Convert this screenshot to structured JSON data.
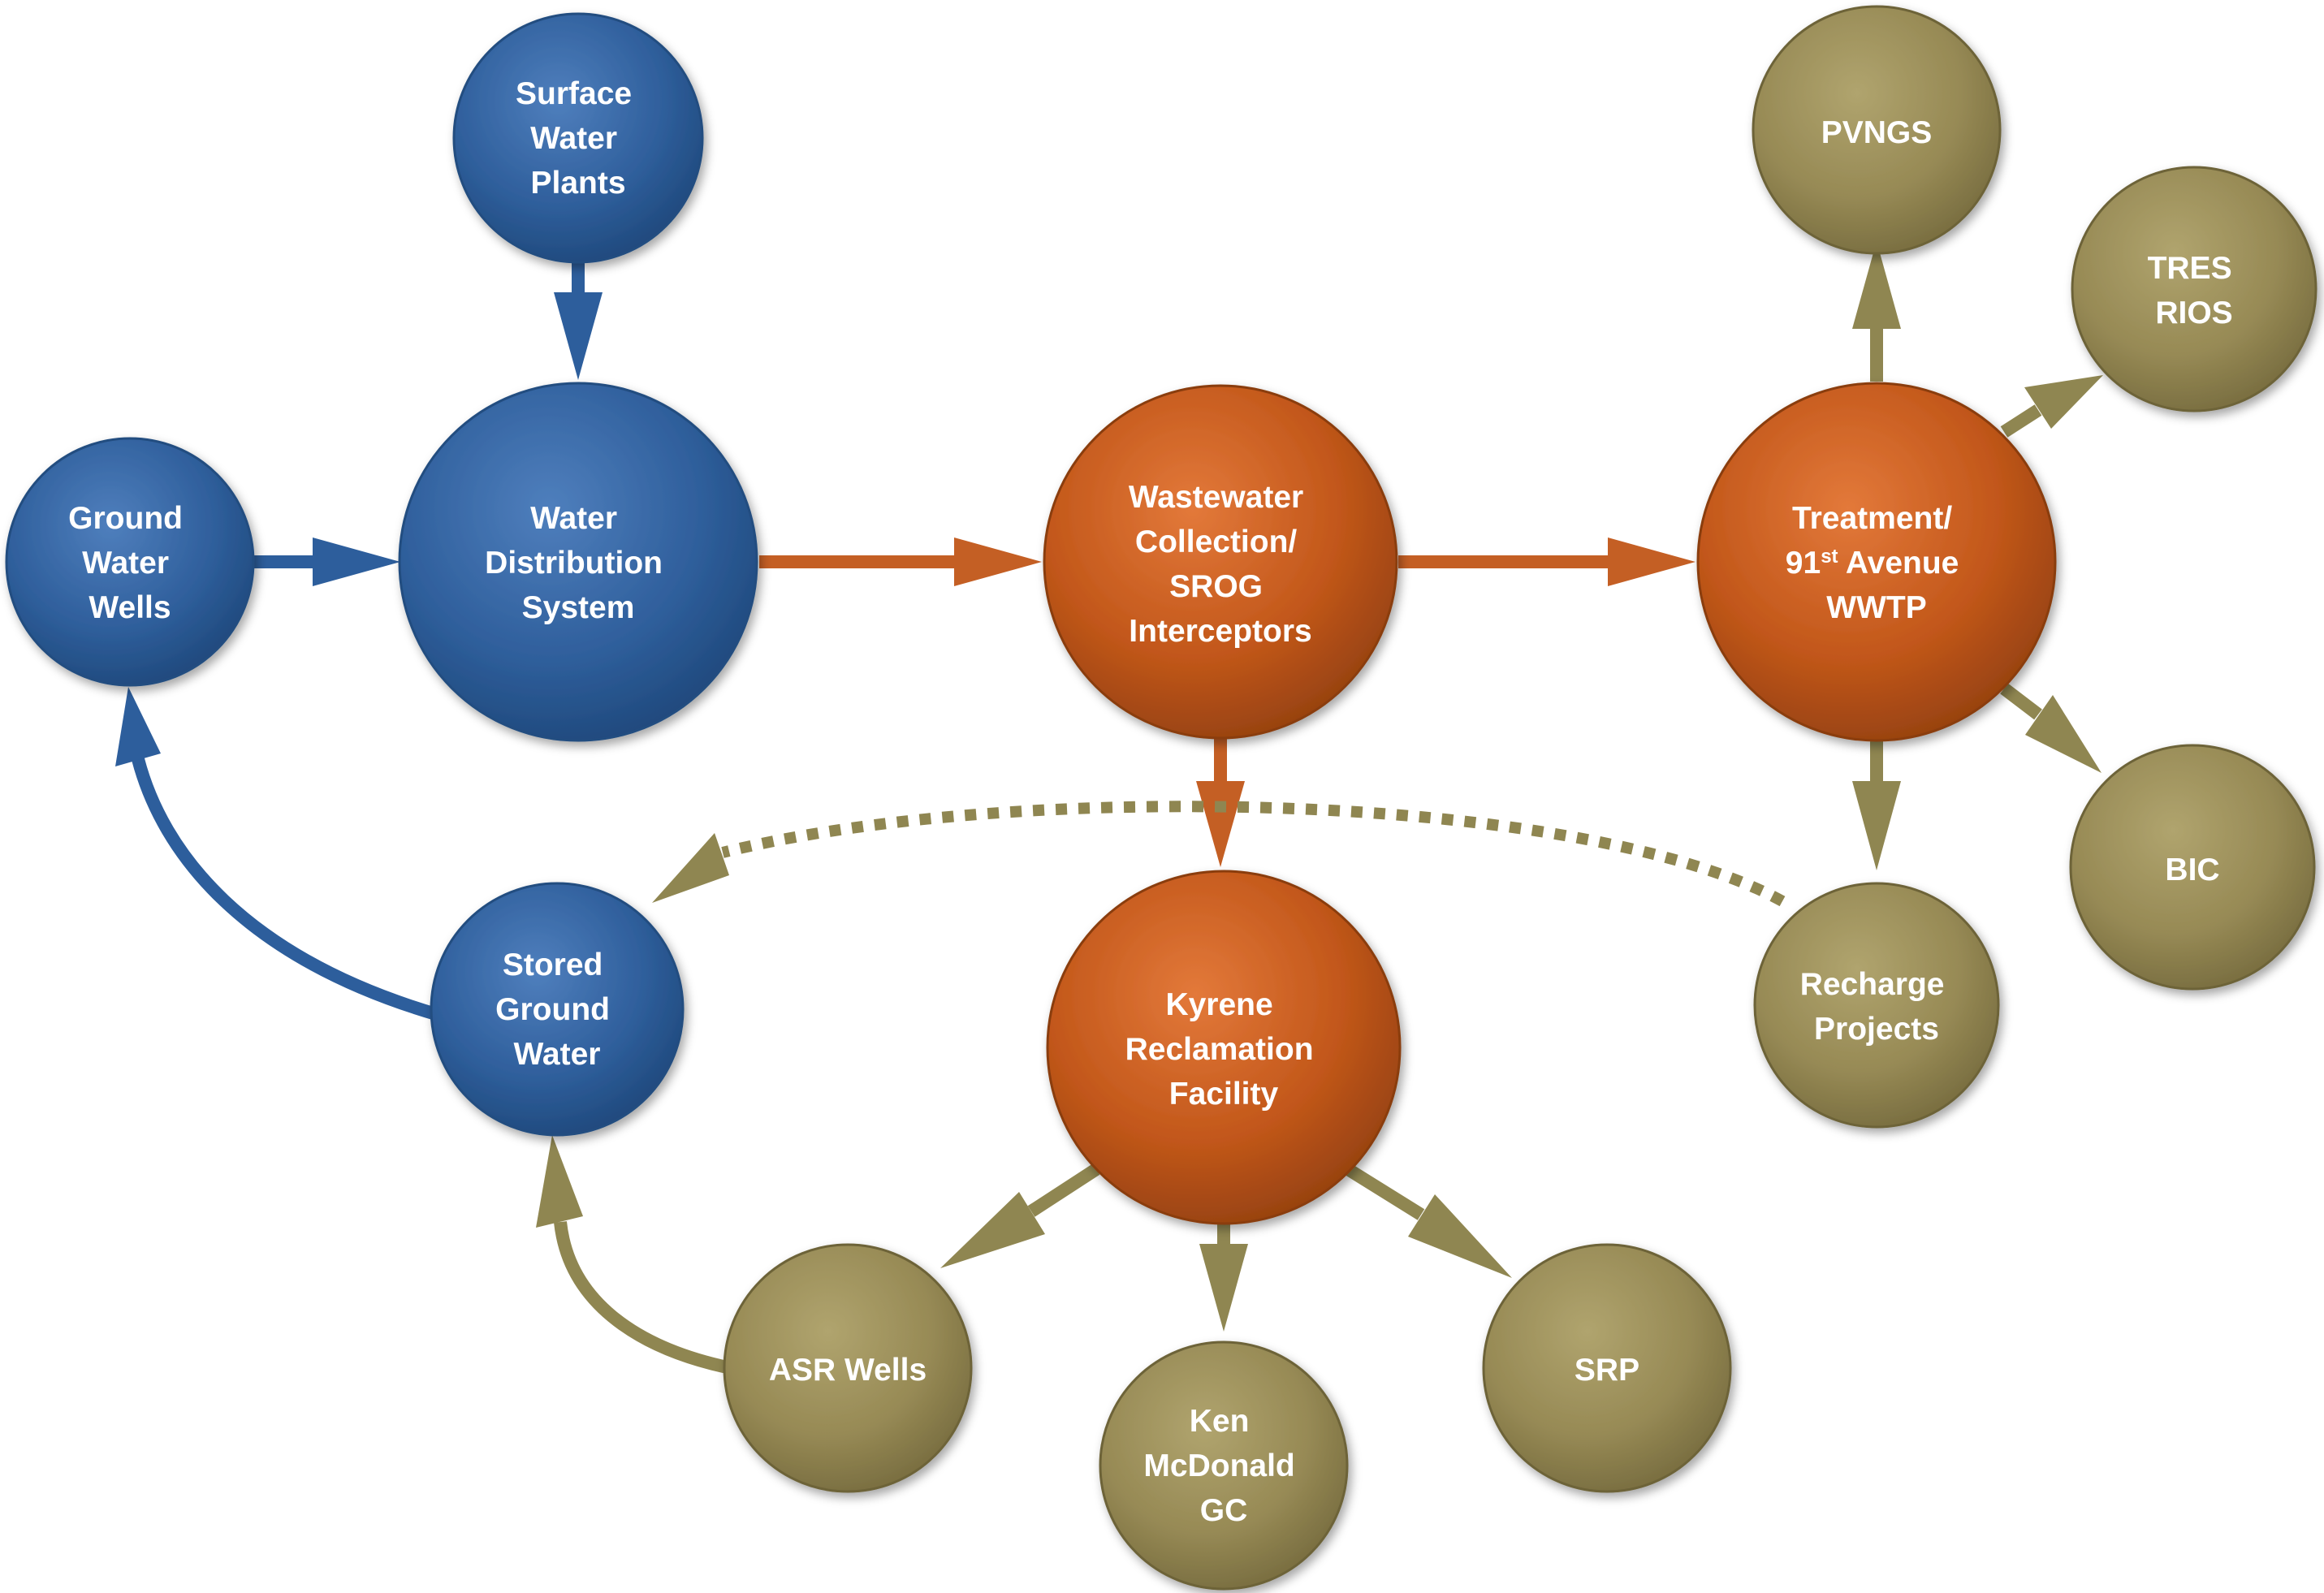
{
  "colors": {
    "blue": "#2f5f9c",
    "orange": "#c2571a",
    "khaki": "#978a55",
    "blue_arrow": "#2d5e9c",
    "orange_arrow": "#c45f24",
    "khaki_arrow": "#8f8651"
  },
  "nodes": {
    "surface_water_plants": {
      "lines": [
        "Surface",
        "Water",
        "Plants"
      ],
      "color": "blue"
    },
    "ground_water_wells": {
      "lines": [
        "Ground",
        "Water",
        "Wells"
      ],
      "color": "blue"
    },
    "water_distribution_system": {
      "lines": [
        "Water",
        "Distribution",
        "System"
      ],
      "color": "blue"
    },
    "stored_ground_water": {
      "lines": [
        "Stored",
        "Ground",
        "Water"
      ],
      "color": "blue"
    },
    "wastewater_collection": {
      "lines": [
        "Wastewater",
        "Collection/",
        "SROG",
        "Interceptors"
      ],
      "color": "orange"
    },
    "kyrene_reclamation": {
      "lines": [
        "Kyrene",
        "Reclamation",
        "Facility"
      ],
      "color": "orange"
    },
    "treatment_91st_avenue": {
      "line1": "Treatment/",
      "line2_number": "91",
      "line2_superscript": "st",
      "line2_rest": " Avenue",
      "line3": "WWTP",
      "color": "orange"
    },
    "pvngs": {
      "lines": [
        "PVNGS"
      ],
      "color": "khaki"
    },
    "tres_rios": {
      "lines": [
        "TRES",
        "RIOS"
      ],
      "color": "khaki"
    },
    "bic": {
      "lines": [
        "BIC"
      ],
      "color": "khaki"
    },
    "recharge_projects": {
      "lines": [
        "Recharge",
        "Projects"
      ],
      "color": "khaki"
    },
    "asr_wells": {
      "lines": [
        "ASR Wells"
      ],
      "color": "khaki"
    },
    "ken_mcdonald_gc": {
      "lines": [
        "Ken",
        "McDonald",
        "GC"
      ],
      "color": "khaki"
    },
    "srp": {
      "lines": [
        "SRP"
      ],
      "color": "khaki"
    }
  },
  "edges": [
    {
      "from": "surface_water_plants",
      "to": "water_distribution_system",
      "color": "blue",
      "style": "solid"
    },
    {
      "from": "ground_water_wells",
      "to": "water_distribution_system",
      "color": "blue",
      "style": "solid"
    },
    {
      "from": "water_distribution_system",
      "to": "wastewater_collection",
      "color": "orange",
      "style": "solid"
    },
    {
      "from": "wastewater_collection",
      "to": "treatment_91st_avenue",
      "color": "orange",
      "style": "solid"
    },
    {
      "from": "wastewater_collection",
      "to": "kyrene_reclamation",
      "color": "orange",
      "style": "solid"
    },
    {
      "from": "treatment_91st_avenue",
      "to": "pvngs",
      "color": "khaki",
      "style": "solid"
    },
    {
      "from": "treatment_91st_avenue",
      "to": "tres_rios",
      "color": "khaki",
      "style": "solid"
    },
    {
      "from": "treatment_91st_avenue",
      "to": "bic",
      "color": "khaki",
      "style": "solid"
    },
    {
      "from": "treatment_91st_avenue",
      "to": "recharge_projects",
      "color": "khaki",
      "style": "solid"
    },
    {
      "from": "kyrene_reclamation",
      "to": "asr_wells",
      "color": "khaki",
      "style": "solid"
    },
    {
      "from": "kyrene_reclamation",
      "to": "ken_mcdonald_gc",
      "color": "khaki",
      "style": "solid"
    },
    {
      "from": "kyrene_reclamation",
      "to": "srp",
      "color": "khaki",
      "style": "solid"
    },
    {
      "from": "asr_wells",
      "to": "stored_ground_water",
      "color": "khaki",
      "style": "solid"
    },
    {
      "from": "stored_ground_water",
      "to": "ground_water_wells",
      "color": "blue",
      "style": "solid"
    },
    {
      "from": "recharge_projects",
      "to": "stored_ground_water",
      "color": "khaki",
      "style": "dotted"
    }
  ]
}
